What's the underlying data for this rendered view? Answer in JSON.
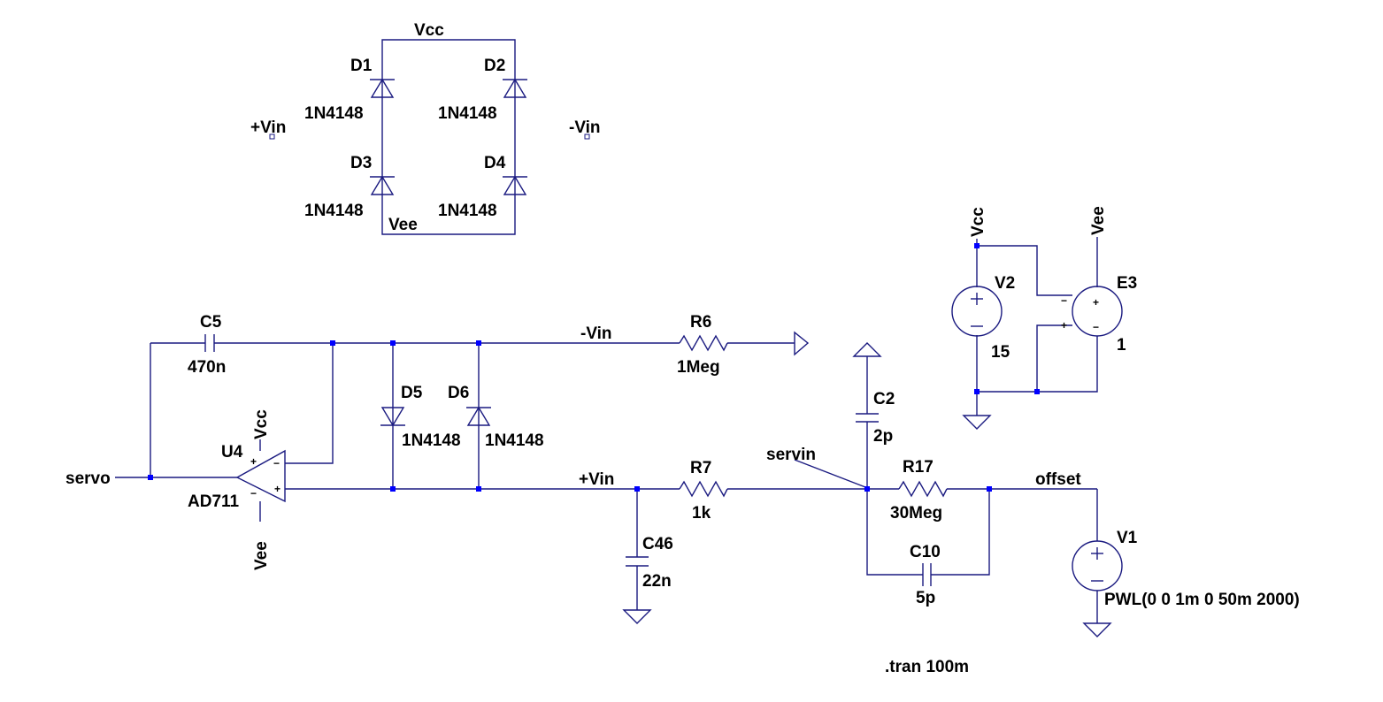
{
  "components": {
    "D1": {
      "ref": "D1",
      "value": "1N4148"
    },
    "D2": {
      "ref": "D2",
      "value": "1N4148"
    },
    "D3": {
      "ref": "D3",
      "value": "1N4148"
    },
    "D4": {
      "ref": "D4",
      "value": "1N4148"
    },
    "D5": {
      "ref": "D5",
      "value": "1N4148"
    },
    "D6": {
      "ref": "D6",
      "value": "1N4148"
    },
    "C5": {
      "ref": "C5",
      "value": "470n"
    },
    "R6": {
      "ref": "R6",
      "value": "1Meg"
    },
    "U4": {
      "ref": "U4",
      "value": "AD711"
    },
    "R7": {
      "ref": "R7",
      "value": "1k"
    },
    "C46": {
      "ref": "C46",
      "value": "22n"
    },
    "C2": {
      "ref": "C2",
      "value": "2p"
    },
    "R17": {
      "ref": "R17",
      "value": "30Meg"
    },
    "C10": {
      "ref": "C10",
      "value": "5p"
    },
    "V1": {
      "ref": "V1",
      "value": "PWL(0 0 1m 0 50m 2000)"
    },
    "V2": {
      "ref": "V2",
      "value": "15"
    },
    "E3": {
      "ref": "E3",
      "value": "1"
    }
  },
  "nets": {
    "vcc": "Vcc",
    "vee": "Vee",
    "plus_vin": "+Vin",
    "minus_vin": "-Vin",
    "servo": "servo",
    "servin": "servin",
    "offset": "offset"
  },
  "pins": {
    "plus": "+",
    "minus": "−"
  },
  "directive": ".tran 100m"
}
